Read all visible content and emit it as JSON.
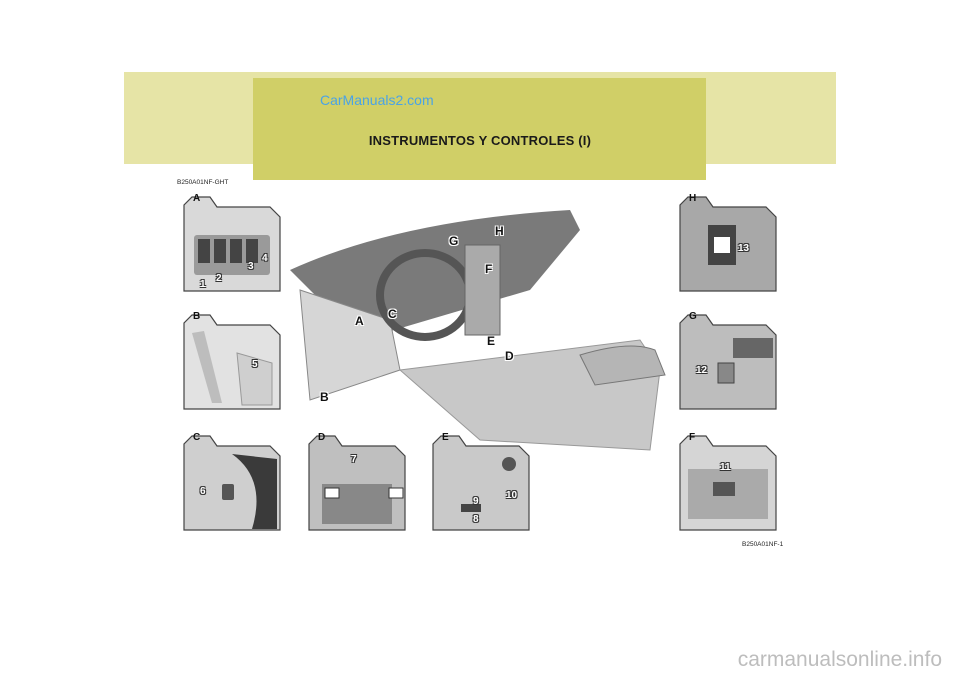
{
  "header": {
    "watermark": "CarManuals2.com",
    "title": "INSTRUMENTOS Y CONTROLES (I)"
  },
  "figure": {
    "code_top": "B250A01NF-GHT",
    "code_bottom": "B250A01NF-1",
    "main_labels": [
      "A",
      "B",
      "C",
      "D",
      "E",
      "F",
      "G",
      "H"
    ],
    "panels": {
      "A": {
        "label": "A",
        "numbers": [
          "1",
          "2",
          "3",
          "4"
        ]
      },
      "B": {
        "label": "B",
        "numbers": [
          "5"
        ]
      },
      "C": {
        "label": "C",
        "numbers": [
          "6"
        ]
      },
      "D": {
        "label": "D",
        "numbers": [
          "7"
        ]
      },
      "E": {
        "label": "E",
        "numbers": [
          "8",
          "9",
          "10"
        ]
      },
      "F": {
        "label": "F",
        "numbers": [
          "11"
        ]
      },
      "G": {
        "label": "G",
        "numbers": [
          "12"
        ]
      },
      "H": {
        "label": "H",
        "numbers": [
          "13"
        ]
      }
    }
  },
  "footer": {
    "watermark": "carmanualsonline.info"
  }
}
